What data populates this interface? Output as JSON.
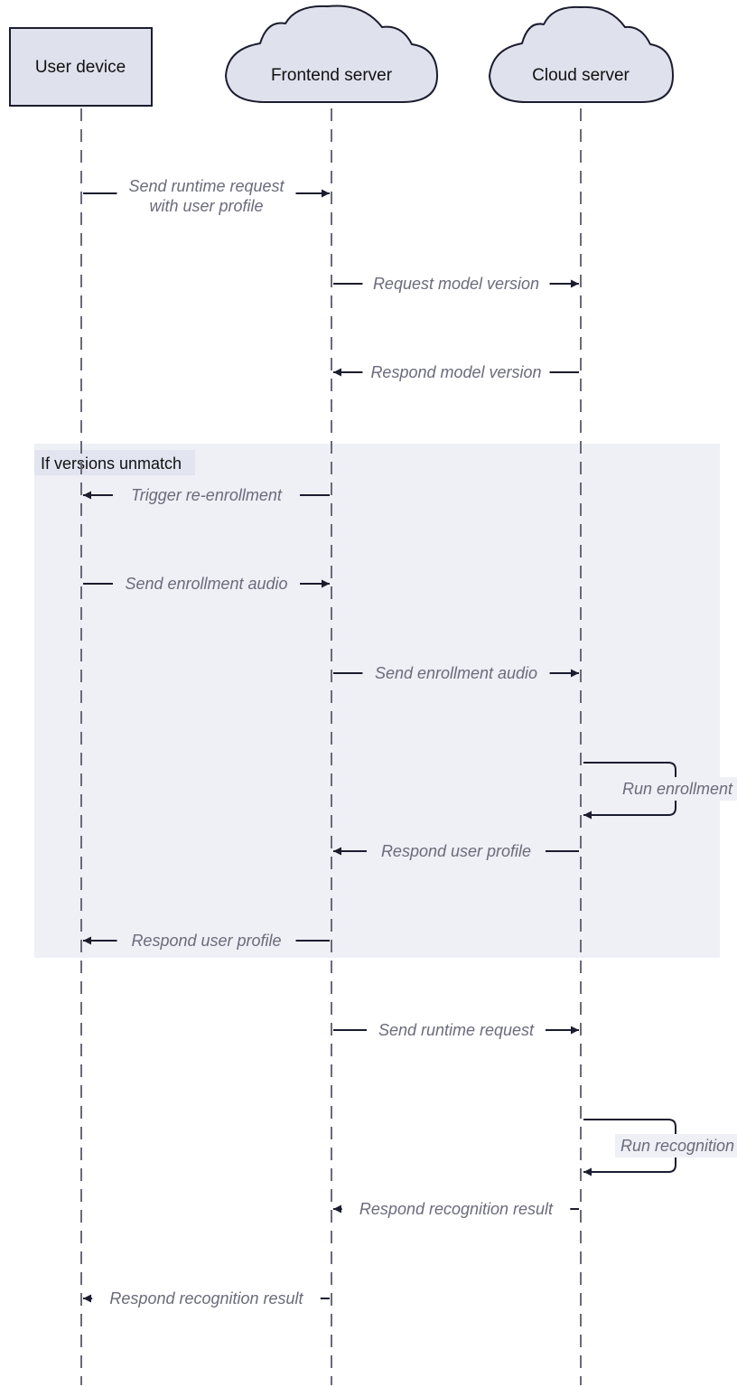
{
  "participants": [
    {
      "id": "user",
      "label": "User device",
      "shape": "box"
    },
    {
      "id": "frontend",
      "label": "Frontend server",
      "shape": "cloud"
    },
    {
      "id": "cloud",
      "label": "Cloud server",
      "shape": "cloud"
    }
  ],
  "messages": [
    {
      "from": "user",
      "to": "frontend",
      "lines": [
        "Send runtime request",
        "with user profile"
      ]
    },
    {
      "from": "frontend",
      "to": "cloud",
      "lines": [
        "Request model version"
      ]
    },
    {
      "from": "cloud",
      "to": "frontend",
      "lines": [
        "Respond model version"
      ]
    },
    {
      "from": "frontend",
      "to": "user",
      "lines": [
        "Trigger re-enrollment"
      ]
    },
    {
      "from": "user",
      "to": "frontend",
      "lines": [
        "Send enrollment audio"
      ]
    },
    {
      "from": "frontend",
      "to": "cloud",
      "lines": [
        "Send enrollment audio"
      ]
    },
    {
      "from": "cloud",
      "to": "cloud",
      "lines": [
        "Run enrollment"
      ]
    },
    {
      "from": "cloud",
      "to": "frontend",
      "lines": [
        "Respond user profile"
      ]
    },
    {
      "from": "frontend",
      "to": "user",
      "lines": [
        "Respond user profile"
      ]
    },
    {
      "from": "frontend",
      "to": "cloud",
      "lines": [
        "Send runtime request"
      ]
    },
    {
      "from": "cloud",
      "to": "cloud",
      "lines": [
        "Run recognition"
      ]
    },
    {
      "from": "cloud",
      "to": "frontend",
      "lines": [
        "Respond recognition result"
      ]
    },
    {
      "from": "frontend",
      "to": "user",
      "lines": [
        "Respond recognition result"
      ]
    }
  ],
  "frame": {
    "label": "If versions unmatch",
    "first_message": 3,
    "last_message": 8
  },
  "colors": {
    "actor_fill": "#dfe1ec",
    "actor_stroke": "#1b1c2e",
    "lifeline": "#6a6a7a",
    "arrow": "#1b1c2e",
    "frame_fill": "#eef0f6",
    "frame_label_bg": "#e2e5f0",
    "message_text": "#6b6b7b"
  }
}
